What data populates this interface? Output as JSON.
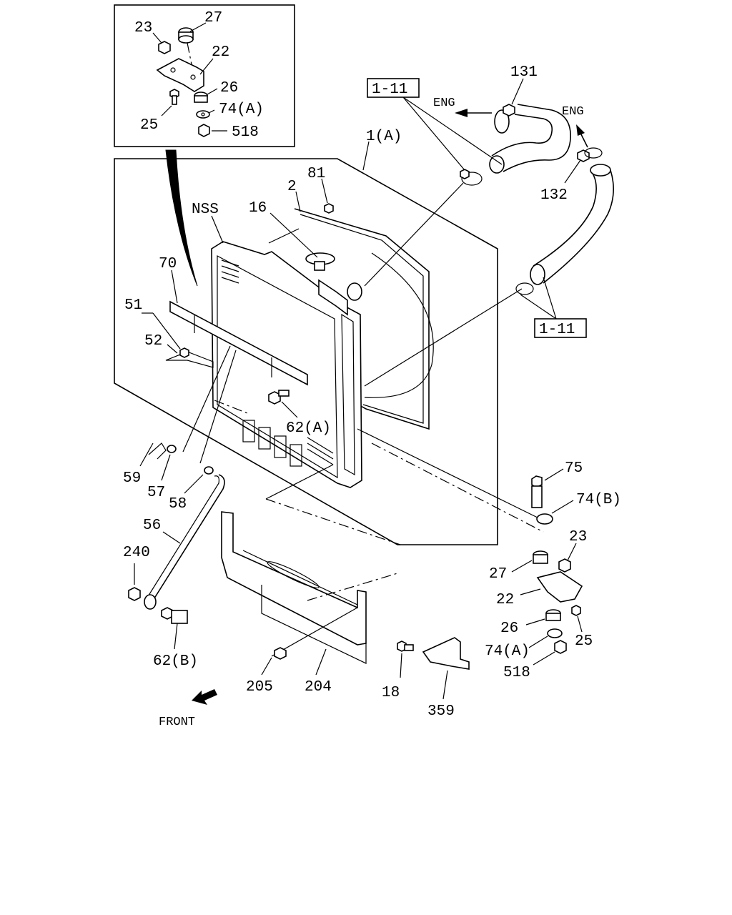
{
  "diagram": {
    "ref_boxes": [
      "1-11",
      "1-11"
    ],
    "direction_labels": {
      "eng_left": "ENG",
      "eng_right": "ENG",
      "front": "FRONT"
    },
    "callouts": {
      "inset": {
        "c23": "23",
        "c27": "27",
        "c22": "22",
        "c26": "26",
        "c74a": "74(A)",
        "c25": "25",
        "c518": "518"
      },
      "main": {
        "c1a": "1(A)",
        "c81": "81",
        "c2": "2",
        "c16": "16",
        "cnss": "NSS",
        "c70": "70",
        "c51": "51",
        "c52": "52",
        "c62a": "62(A)",
        "c59": "59",
        "c57": "57",
        "c58": "58",
        "c56": "56",
        "c240": "240",
        "c62b": "62(B)",
        "c205": "205",
        "c204": "204"
      },
      "hoses": {
        "c131": "131",
        "c132": "132"
      },
      "mount_right": {
        "c75": "75",
        "c74b": "74(B)",
        "c23": "23",
        "c27": "27",
        "c22": "22",
        "c26": "26",
        "c25": "25",
        "c74a": "74(A)",
        "c518": "518"
      },
      "bracket": {
        "c18": "18",
        "c359": "359"
      }
    }
  }
}
